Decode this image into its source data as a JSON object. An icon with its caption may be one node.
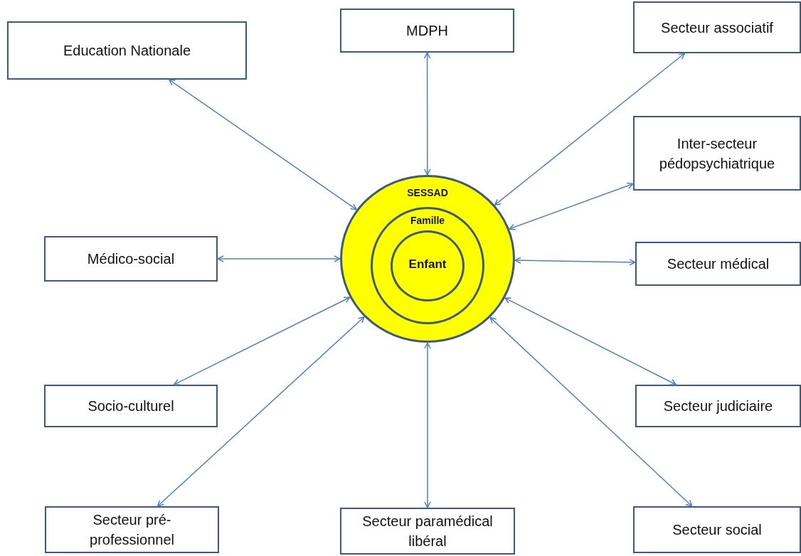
{
  "diagram": {
    "nodes": [
      {
        "text": [
          "Education Nationale"
        ]
      },
      {
        "text": [
          "MDPH"
        ]
      },
      {
        "text": [
          "Secteur associatif"
        ]
      },
      {
        "text": [
          "Inter-secteur pédopsychiatrique"
        ]
      },
      {
        "text": [
          "SESSAD"
        ]
      },
      {
        "text": [
          "Famille"
        ],
        "in": 4
      },
      {
        "text": [
          "Enfant"
        ],
        "in": 5
      },
      {
        "text": [
          "Médico-social"
        ]
      },
      {
        "text": [
          "Secteur médical"
        ]
      },
      {
        "text": [
          "Socio-culturel"
        ]
      },
      {
        "text": [
          "Secteur judiciaire"
        ]
      },
      {
        "text": [
          "Secteur pré-professionnel"
        ]
      },
      {
        "text": [
          "Secteur paramédical libéral"
        ]
      },
      {
        "text": [
          "Secteur social"
        ]
      }
    ],
    "edges": [
      {
        "from": 0,
        "to": 4,
        "arrow": "both"
      },
      {
        "from": 1,
        "to": 4,
        "arrow": "both"
      },
      {
        "from": 2,
        "to": 4,
        "arrow": "both"
      },
      {
        "from": 3,
        "to": 4,
        "arrow": "both"
      },
      {
        "from": 7,
        "to": 4,
        "arrow": "both"
      },
      {
        "from": 8,
        "to": 4,
        "arrow": "both"
      },
      {
        "from": 9,
        "to": 4,
        "arrow": "both"
      },
      {
        "from": 10,
        "to": 4,
        "arrow": "both"
      },
      {
        "from": 11,
        "to": 4,
        "arrow": "both"
      },
      {
        "from": 12,
        "to": 4,
        "arrow": "both"
      },
      {
        "from": 13,
        "to": 4,
        "arrow": "both"
      }
    ]
  }
}
